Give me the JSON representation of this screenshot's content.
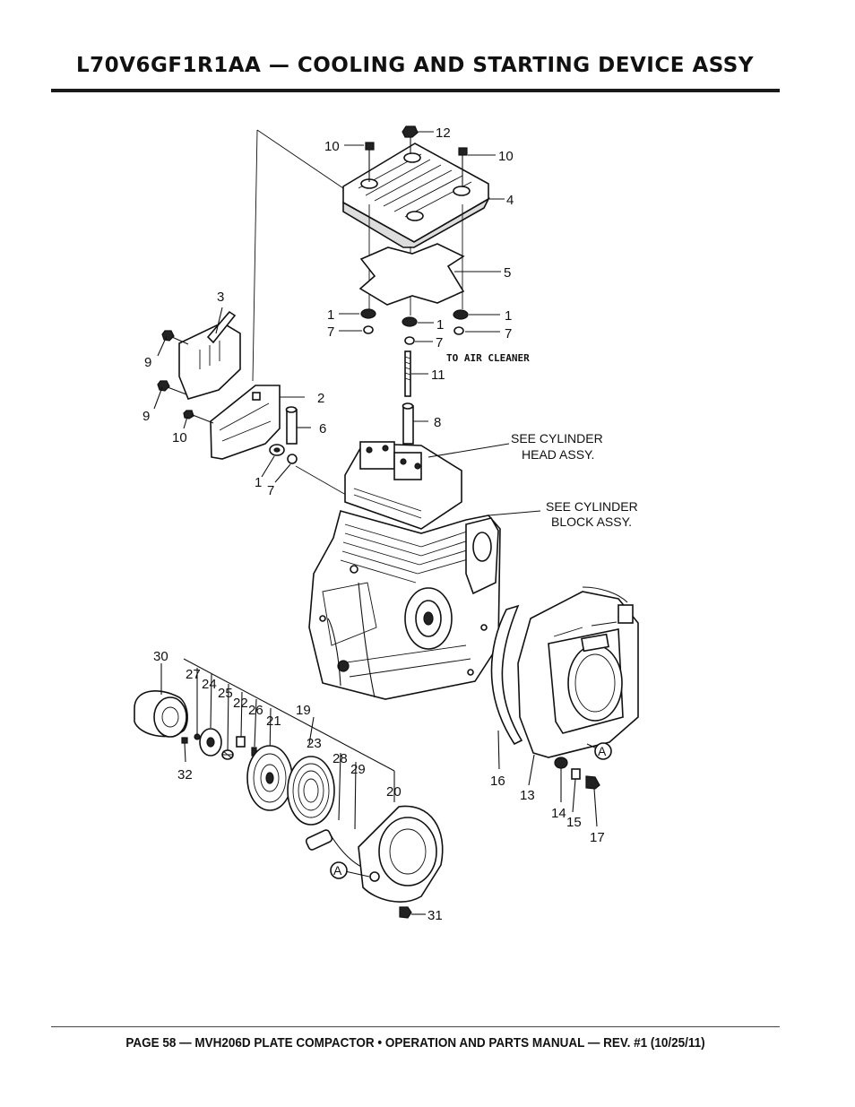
{
  "header": {
    "title": "L70V6GF1R1AA — COOLING AND STARTING DEVICE ASSY"
  },
  "diagram": {
    "callouts": [
      {
        "id": "c10a",
        "text": "10"
      },
      {
        "id": "c12",
        "text": "12"
      },
      {
        "id": "c10b",
        "text": "10"
      },
      {
        "id": "c4",
        "text": "4"
      },
      {
        "id": "c5",
        "text": "5"
      },
      {
        "id": "c3",
        "text": "3"
      },
      {
        "id": "c1a",
        "text": "1"
      },
      {
        "id": "c1b",
        "text": "1"
      },
      {
        "id": "c1c",
        "text": "1"
      },
      {
        "id": "c7a",
        "text": "7"
      },
      {
        "id": "c7b",
        "text": "7"
      },
      {
        "id": "c7c",
        "text": "7"
      },
      {
        "id": "c9a",
        "text": "9"
      },
      {
        "id": "c9b",
        "text": "9"
      },
      {
        "id": "c11",
        "text": "11"
      },
      {
        "id": "c2",
        "text": "2"
      },
      {
        "id": "c6",
        "text": "6"
      },
      {
        "id": "c10c",
        "text": "10"
      },
      {
        "id": "c8",
        "text": "8"
      },
      {
        "id": "c1d",
        "text": "1"
      },
      {
        "id": "c7d",
        "text": "7"
      },
      {
        "id": "c30",
        "text": "30"
      },
      {
        "id": "c27",
        "text": "27"
      },
      {
        "id": "c24",
        "text": "24"
      },
      {
        "id": "c25",
        "text": "25"
      },
      {
        "id": "c22",
        "text": "22"
      },
      {
        "id": "c26",
        "text": "26"
      },
      {
        "id": "c21",
        "text": "21"
      },
      {
        "id": "c19",
        "text": "19"
      },
      {
        "id": "c23",
        "text": "23"
      },
      {
        "id": "c28",
        "text": "28"
      },
      {
        "id": "c29",
        "text": "29"
      },
      {
        "id": "c20",
        "text": "20"
      },
      {
        "id": "c32",
        "text": "32"
      },
      {
        "id": "c31",
        "text": "31"
      },
      {
        "id": "c16",
        "text": "16"
      },
      {
        "id": "c13",
        "text": "13"
      },
      {
        "id": "c14",
        "text": "14"
      },
      {
        "id": "c15",
        "text": "15"
      },
      {
        "id": "c17",
        "text": "17"
      },
      {
        "id": "cA1",
        "text": "A"
      },
      {
        "id": "cA2",
        "text": "A"
      }
    ],
    "notes": {
      "air_cleaner": "TO AIR CLEANER",
      "head_line1": "SEE CYLINDER",
      "head_line2": "HEAD ASSY.",
      "block_line1": "SEE CYLINDER",
      "block_line2": "BLOCK ASSY."
    }
  },
  "footer": {
    "text": "PAGE 58 — MVH206D PLATE COMPACTOR • OPERATION AND PARTS MANUAL — REV. #1 (10/25/11)"
  }
}
